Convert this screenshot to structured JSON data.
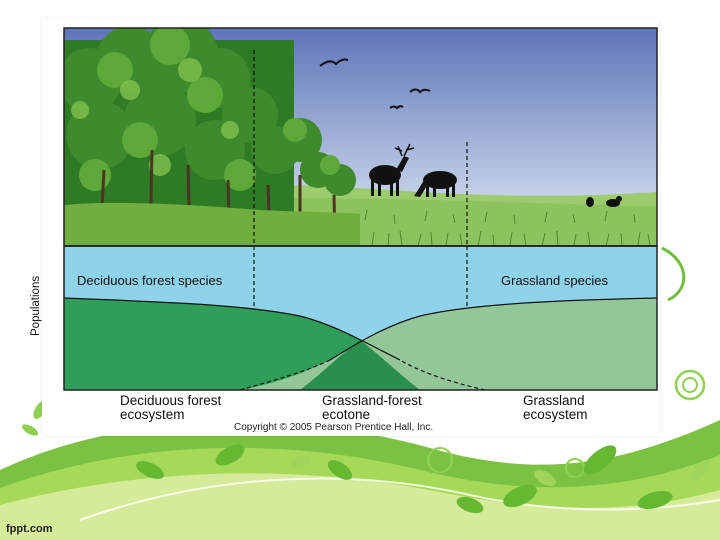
{
  "diagram": {
    "y_axis_label": "Populations",
    "band_labels": {
      "forest_species": "Deciduous forest species",
      "grassland_species": "Grassland species"
    },
    "ecosystems": [
      {
        "line1": "Deciduous forest",
        "line2": "ecosystem"
      },
      {
        "line1": "Grassland-forest",
        "line2": "ecotone"
      },
      {
        "line1": "Grassland",
        "line2": "ecosystem"
      }
    ],
    "copyright": "Copyright © 2005 Pearson Prentice Hall, Inc.",
    "colors": {
      "sky_top": "#5d74b8",
      "sky_bottom": "#e3ecf6",
      "band_blue": "#8fd3ea",
      "forest_green": "#2e9e58",
      "grass_green": "#93c79a",
      "grass_field": "#8cc35d",
      "tree_dark": "#3e8a2c"
    }
  },
  "slide": {
    "brand": "fppt.com"
  }
}
